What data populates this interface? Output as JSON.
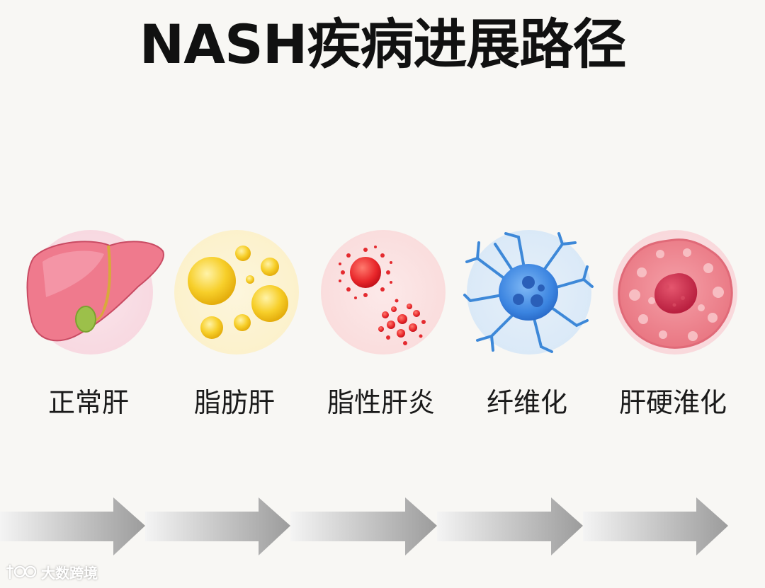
{
  "title": "NASH疾病进展路径",
  "stages": [
    {
      "label": "正常肝",
      "icon": "liver-icon",
      "color": "#f6d3dc"
    },
    {
      "label": "脂肪肝",
      "icon": "fat-droplets-icon",
      "color": "#fbefc4"
    },
    {
      "label": "脂性肝炎",
      "icon": "inflammation-cells-icon",
      "color": "#f9d8d8"
    },
    {
      "label": "纤维化",
      "icon": "fibrosis-cell-icon",
      "color": "#d5e6f6"
    },
    {
      "label": "肝硬淮化",
      "icon": "cirrhosis-cell-icon",
      "color": "#f8d4d8"
    }
  ],
  "progression_arrows": 5,
  "watermark": "大数跨境"
}
